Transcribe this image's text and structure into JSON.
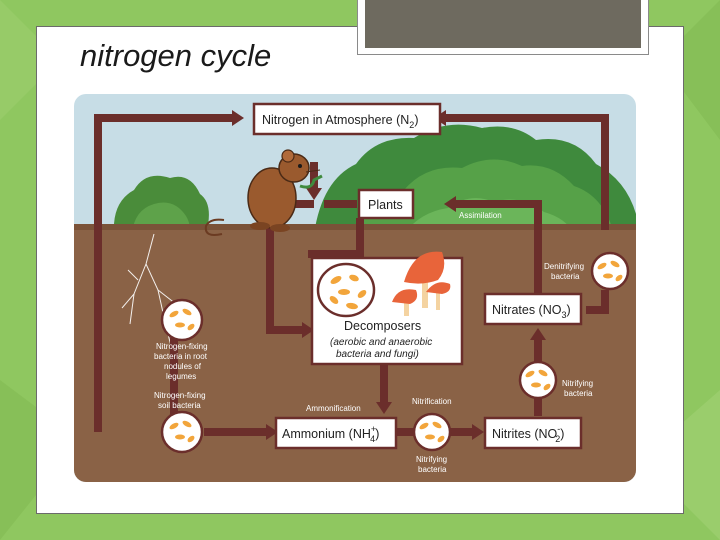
{
  "slide": {
    "title": "nitrogen cycle"
  },
  "colors": {
    "background_green": "#8fc760",
    "sky": "#c7dde6",
    "soil": "#8a6246",
    "arrow": "#6b2e2b",
    "bacteria": "#f2a53b",
    "mushroom": "#e8643a"
  },
  "diagram": {
    "atmosphere": {
      "main": "Nitrogen in Atmosphere (N",
      "sub": "2",
      "end": ")"
    },
    "plants": "Plants",
    "decomposers": {
      "title": "Decomposers",
      "line1": "(aerobic and anaerobic",
      "line2": "bacteria and fungi)"
    },
    "nitrates": {
      "main": "Nitrates (NO",
      "sub": "3",
      "end": ")"
    },
    "nitrites": {
      "main": "Nitrites (NO",
      "sup": "-",
      "sub": "2",
      "end": ")"
    },
    "ammonium": {
      "main": "Ammonium (NH",
      "sup": "+",
      "sub": "4",
      "end": ")"
    },
    "labels": {
      "assimilation": "Assimilation",
      "denitrifying1": "Denitrifying",
      "denitrifying2": "bacteria",
      "nitrifying_right1": "Nitrifying",
      "nitrifying_right2": "bacteria",
      "nitrification": "Nitrification",
      "nitrifying_bottom1": "Nitrifying",
      "nitrifying_bottom2": "bacteria",
      "ammonification": "Ammonification",
      "nodules1": "Nitrogen-fixing",
      "nodules2": "bacteria in root",
      "nodules3": "nodules of",
      "nodules4": "legumes",
      "soil1": "Nitrogen-fixing",
      "soil2": "soil bacteria"
    },
    "icons": [
      "mouse-icon",
      "mushroom-icon",
      "bacteria-icon",
      "tree-icon",
      "root-icon"
    ]
  }
}
